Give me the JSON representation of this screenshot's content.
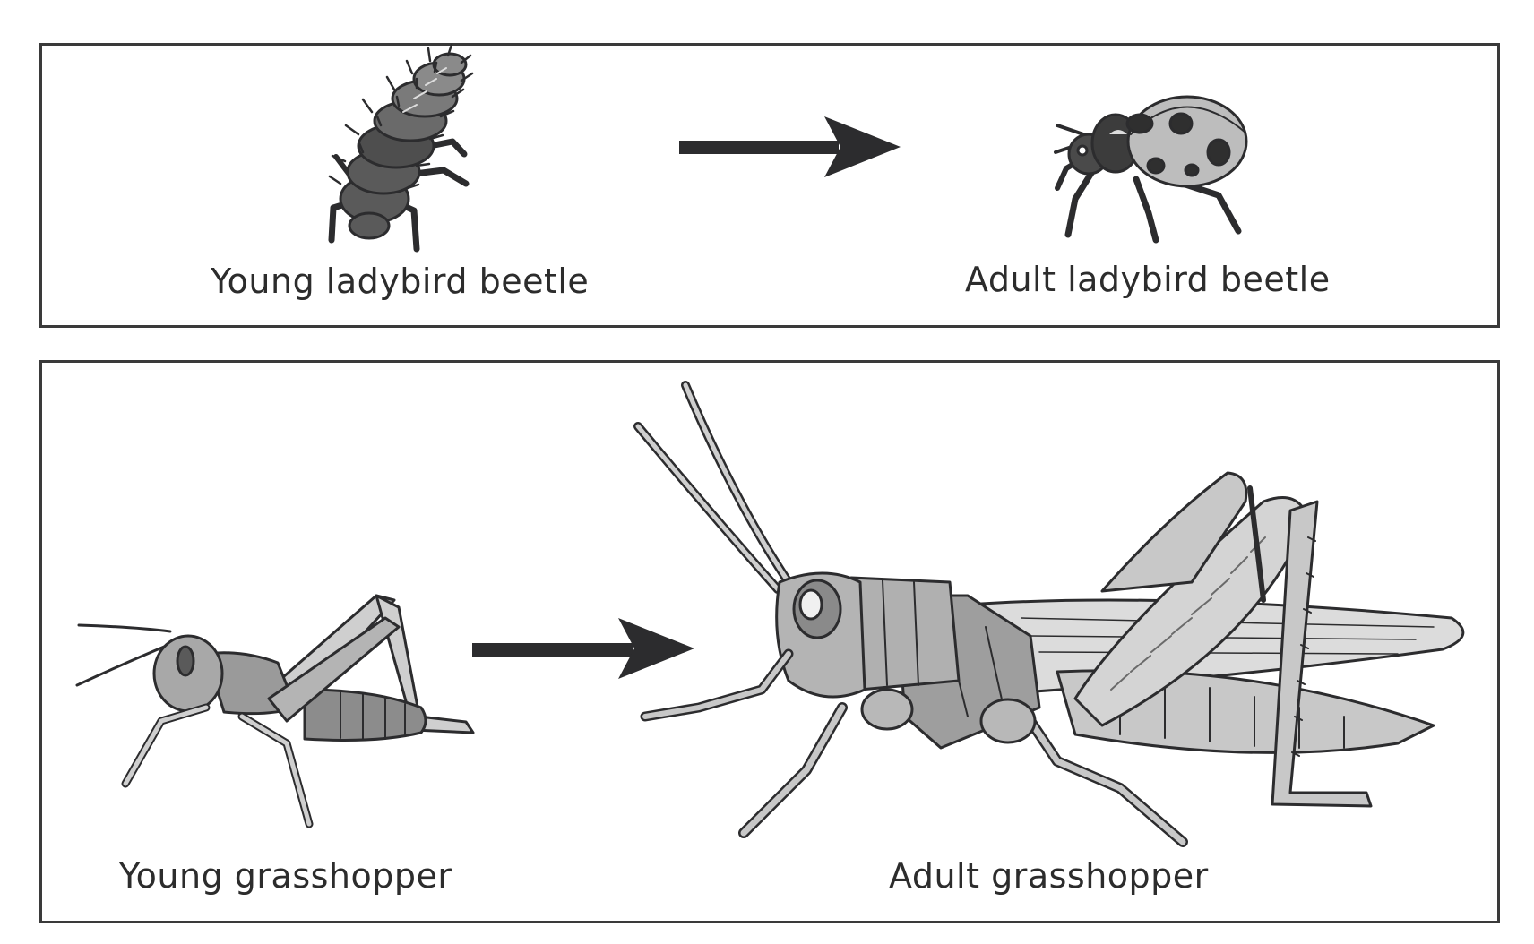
{
  "ladybird_panel": {
    "young_label": "Young ladybird beetle",
    "adult_label": "Adult ladybird beetle"
  },
  "grasshopper_panel": {
    "young_label": "Young grasshopper",
    "adult_label": "Adult grasshopper"
  },
  "colors": {
    "ink": "#2c2c2e",
    "dark_fill": "#5a5a5a",
    "mid_fill": "#9a9a9a",
    "light_fill": "#c8c8c8",
    "lighter_fill": "#dcdcdc"
  }
}
